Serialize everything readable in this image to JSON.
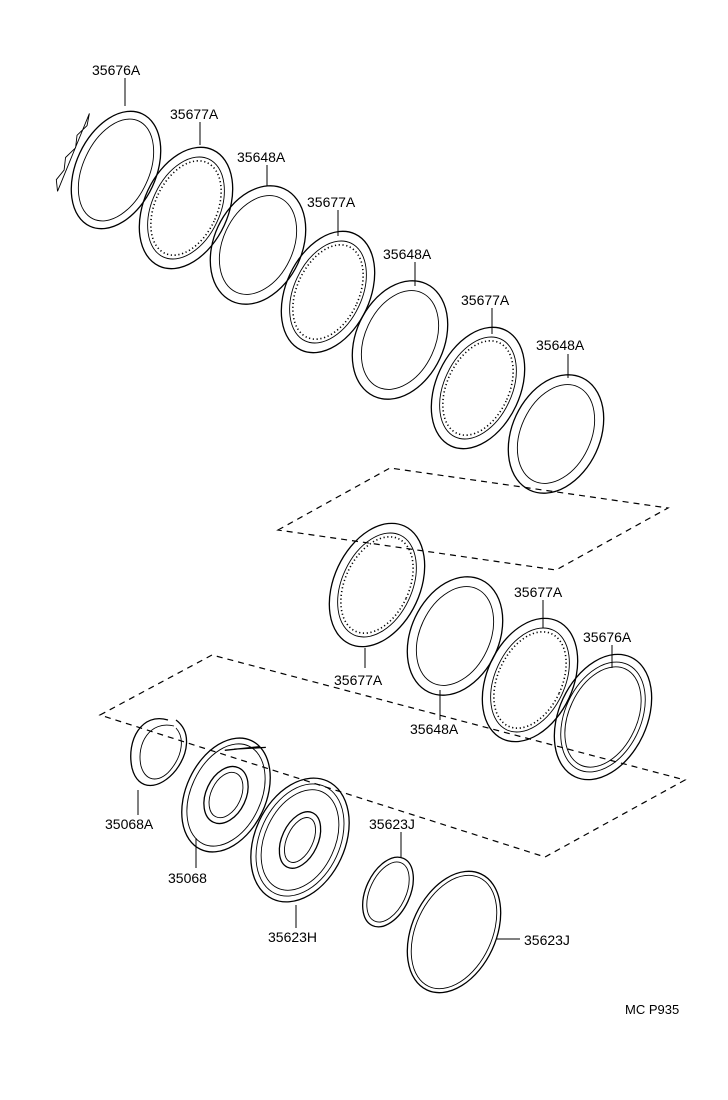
{
  "parts": [
    {
      "id": "p1",
      "label": "35676A"
    },
    {
      "id": "p2",
      "label": "35677A"
    },
    {
      "id": "p3",
      "label": "35648A"
    },
    {
      "id": "p4",
      "label": "35677A"
    },
    {
      "id": "p5",
      "label": "35648A"
    },
    {
      "id": "p6",
      "label": "35677A"
    },
    {
      "id": "p7",
      "label": "35648A"
    },
    {
      "id": "p8",
      "label": "35677A"
    },
    {
      "id": "p9",
      "label": "35648A"
    },
    {
      "id": "p10",
      "label": "35677A"
    },
    {
      "id": "p11",
      "label": "35676A"
    },
    {
      "id": "p12",
      "label": "35068A"
    },
    {
      "id": "p13",
      "label": "35068"
    },
    {
      "id": "p14",
      "label": "35623H"
    },
    {
      "id": "p15",
      "label": "35623J"
    },
    {
      "id": "p16",
      "label": "35623J"
    }
  ],
  "diagram_code": "MC P935"
}
